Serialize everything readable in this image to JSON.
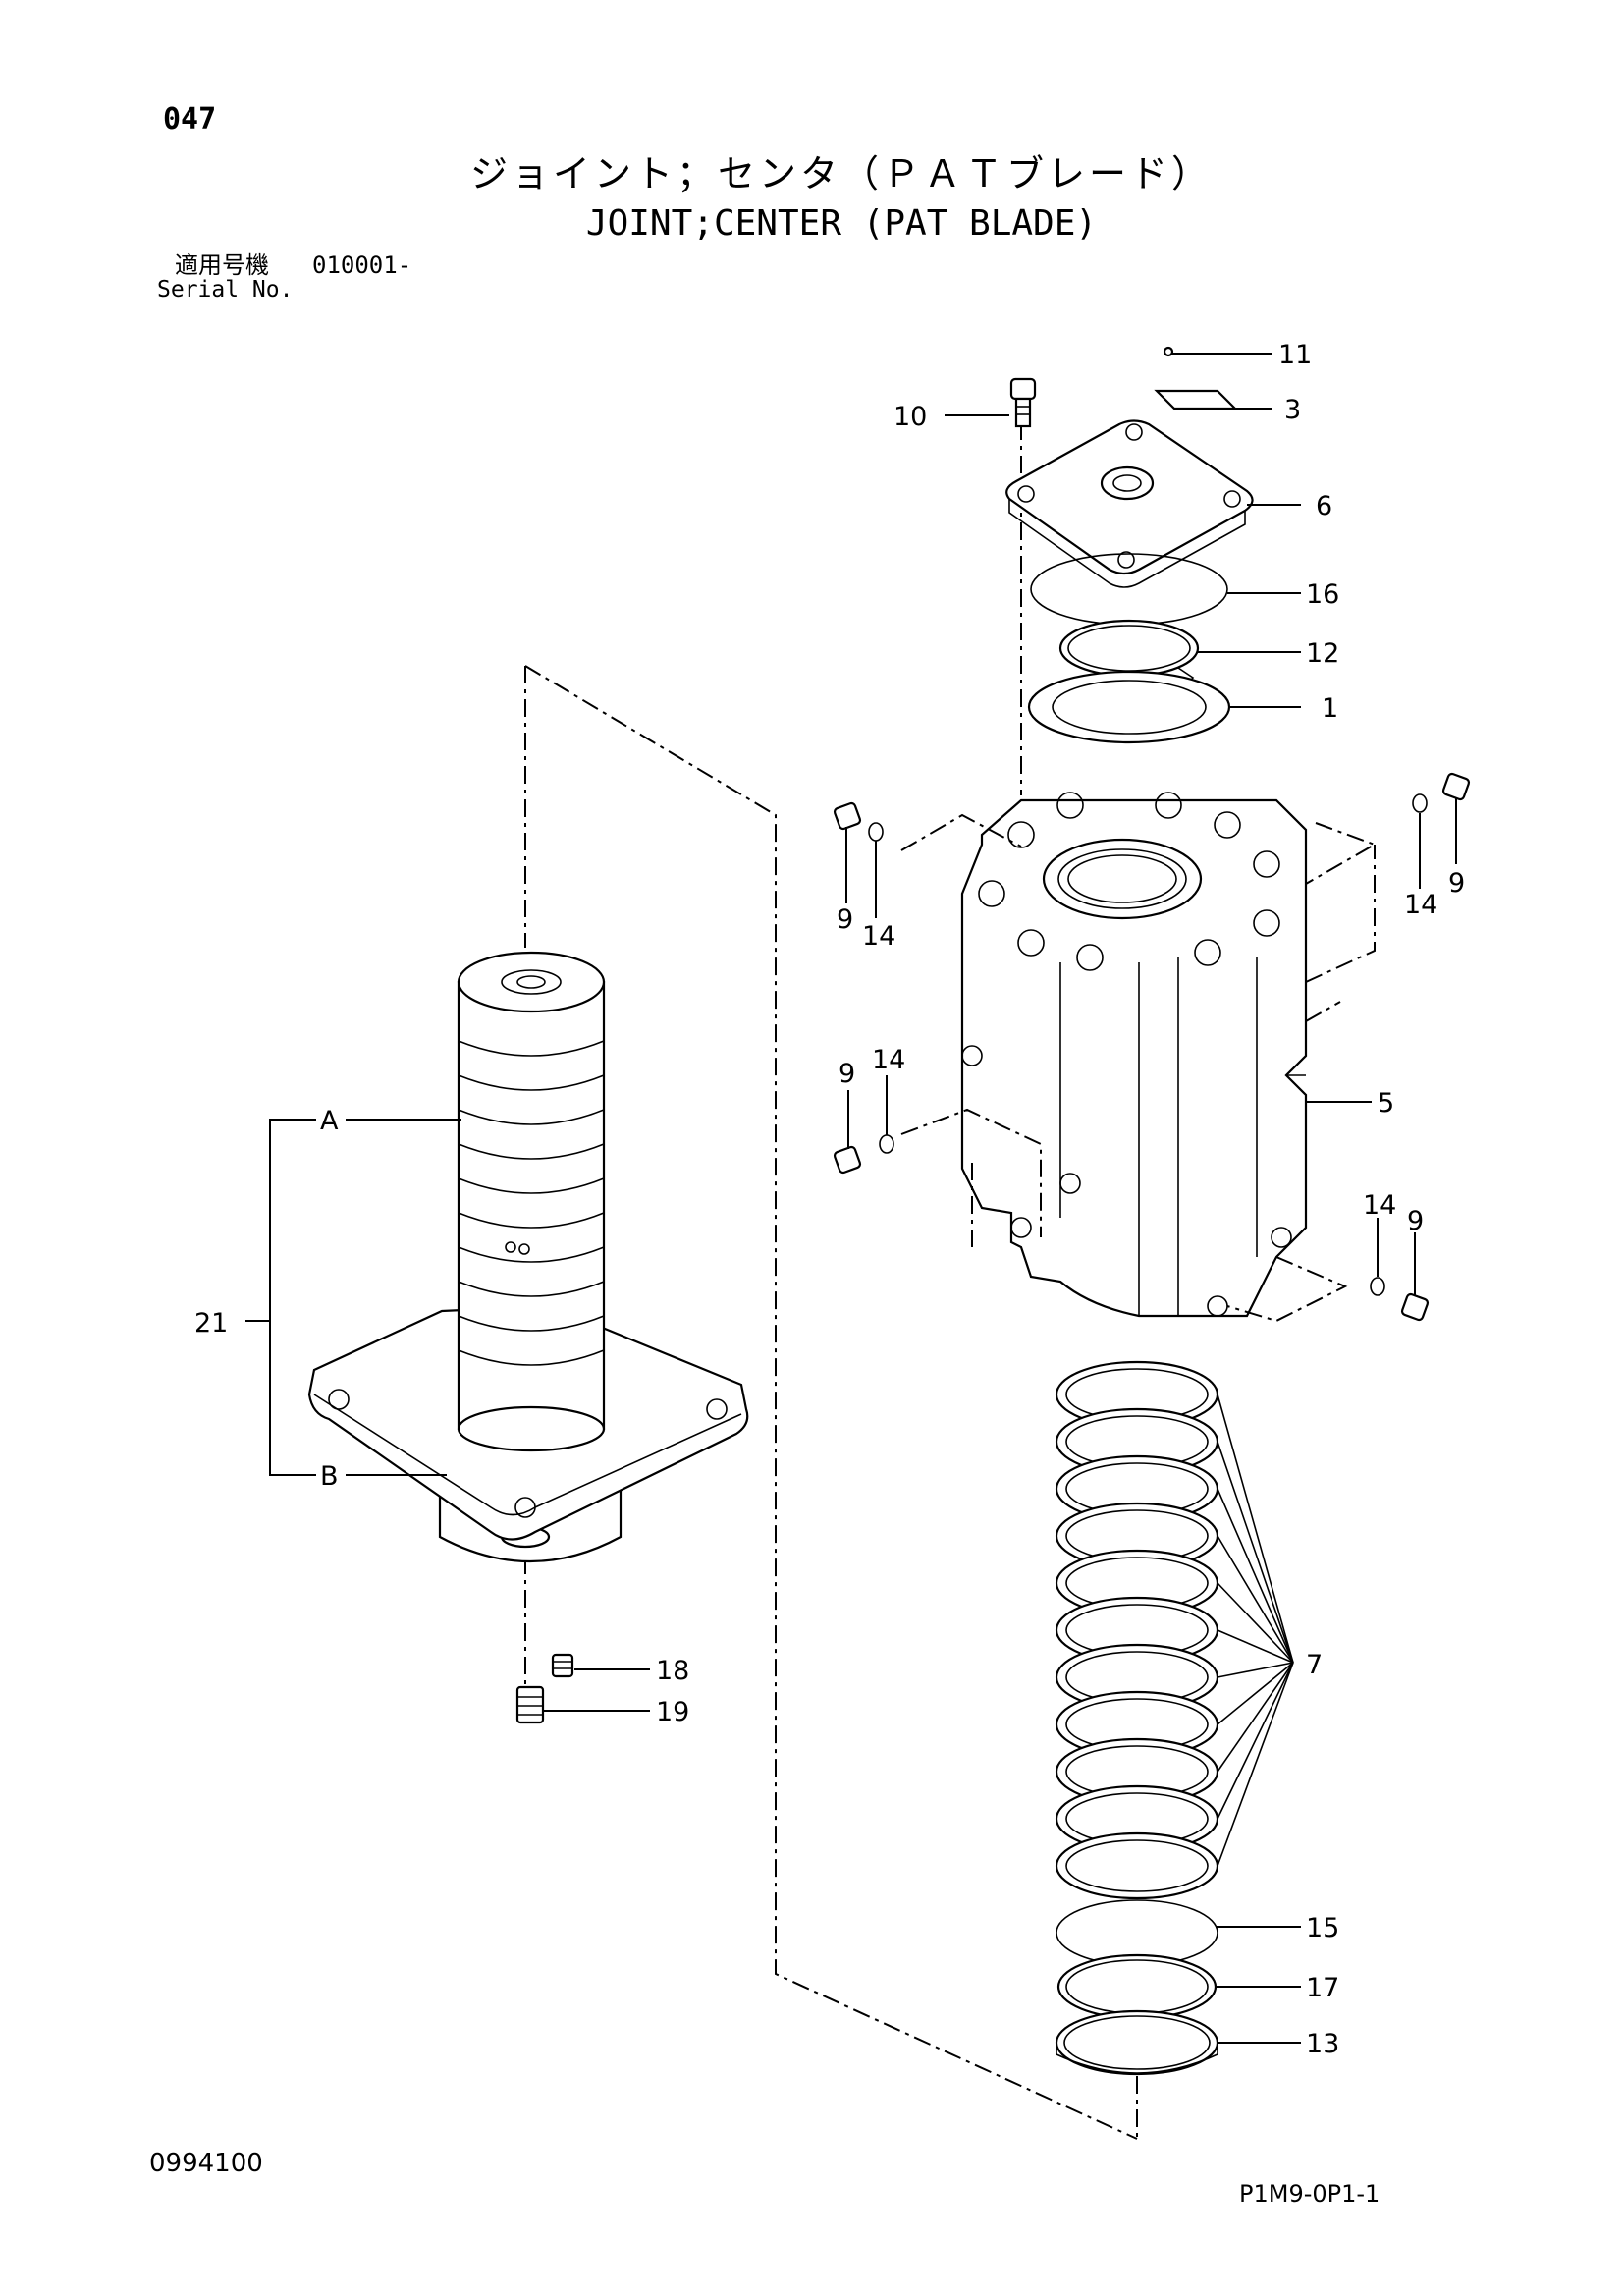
{
  "header": {
    "page_number": "047",
    "title_jp": "ジョイント；センタ（ＰＡＴブレード）",
    "title_en": "JOINT;CENTER (PAT BLADE)",
    "serial_label_jp": "適用号機",
    "serial_value": "010001-",
    "serial_label_en": "Serial No."
  },
  "footer": {
    "document_number": "0994100",
    "page_code": "P1M9-0P1-1"
  },
  "callouts": {
    "c1": "1",
    "c3": "3",
    "c5": "5",
    "c6": "6",
    "c7": "7",
    "c9a": "9",
    "c9b": "9",
    "c9c": "9",
    "c9d": "9",
    "c10": "10",
    "c11": "11",
    "c12": "12",
    "c13": "13",
    "c14a": "14",
    "c14b": "14",
    "c14c": "14",
    "c14d": "14",
    "c15": "15",
    "c16": "16",
    "c17": "17",
    "c18": "18",
    "c19": "19",
    "c21": "21",
    "cA": "A",
    "cB": "B"
  }
}
